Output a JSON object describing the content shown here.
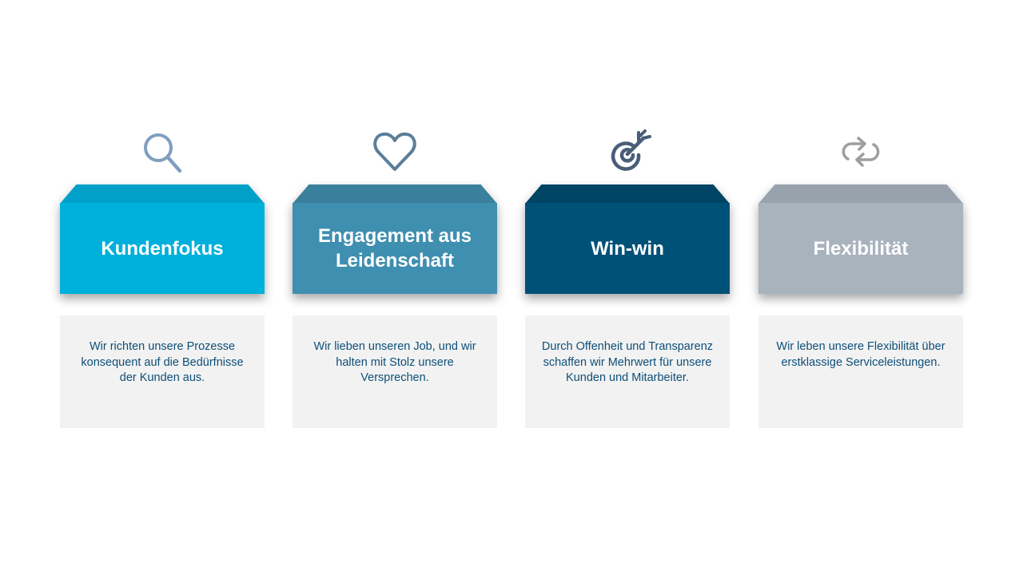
{
  "slide": {
    "columns": [
      {
        "icon": "magnifier-icon",
        "title": "Kundenfokus",
        "description": "Wir richten unsere Prozesse konsequent auf die Bedürfnisse der Kunden aus.",
        "colors": {
          "front": "#00b0dc",
          "bevel": "#00a0c8",
          "icon": "#7f9fbf"
        }
      },
      {
        "icon": "heart-icon",
        "title": "Engagement aus Leidenschaft",
        "description": "Wir lieben unseren Job, und wir halten mit Stolz unsere Versprechen.",
        "colors": {
          "front": "#3f8fb0",
          "bevel": "#3a7f9c",
          "icon": "#5b7e99"
        }
      },
      {
        "icon": "target-arrow-icon",
        "title": "Win-win",
        "description": "Durch Offenheit und Transparenz schaffen wir Mehrwert für unsere Kunden und Mitarbeiter.",
        "colors": {
          "front": "#005178",
          "bevel": "#004463",
          "icon": "#4a5d78"
        }
      },
      {
        "icon": "repeat-arrows-icon",
        "title": "Flexibilität",
        "description": "Wir leben unsere Flexibilität über erstklassige Serviceleistungen.",
        "colors": {
          "front": "#a8b3be",
          "bevel": "#98a2ad",
          "icon": "#9e9e9e"
        }
      }
    ]
  }
}
